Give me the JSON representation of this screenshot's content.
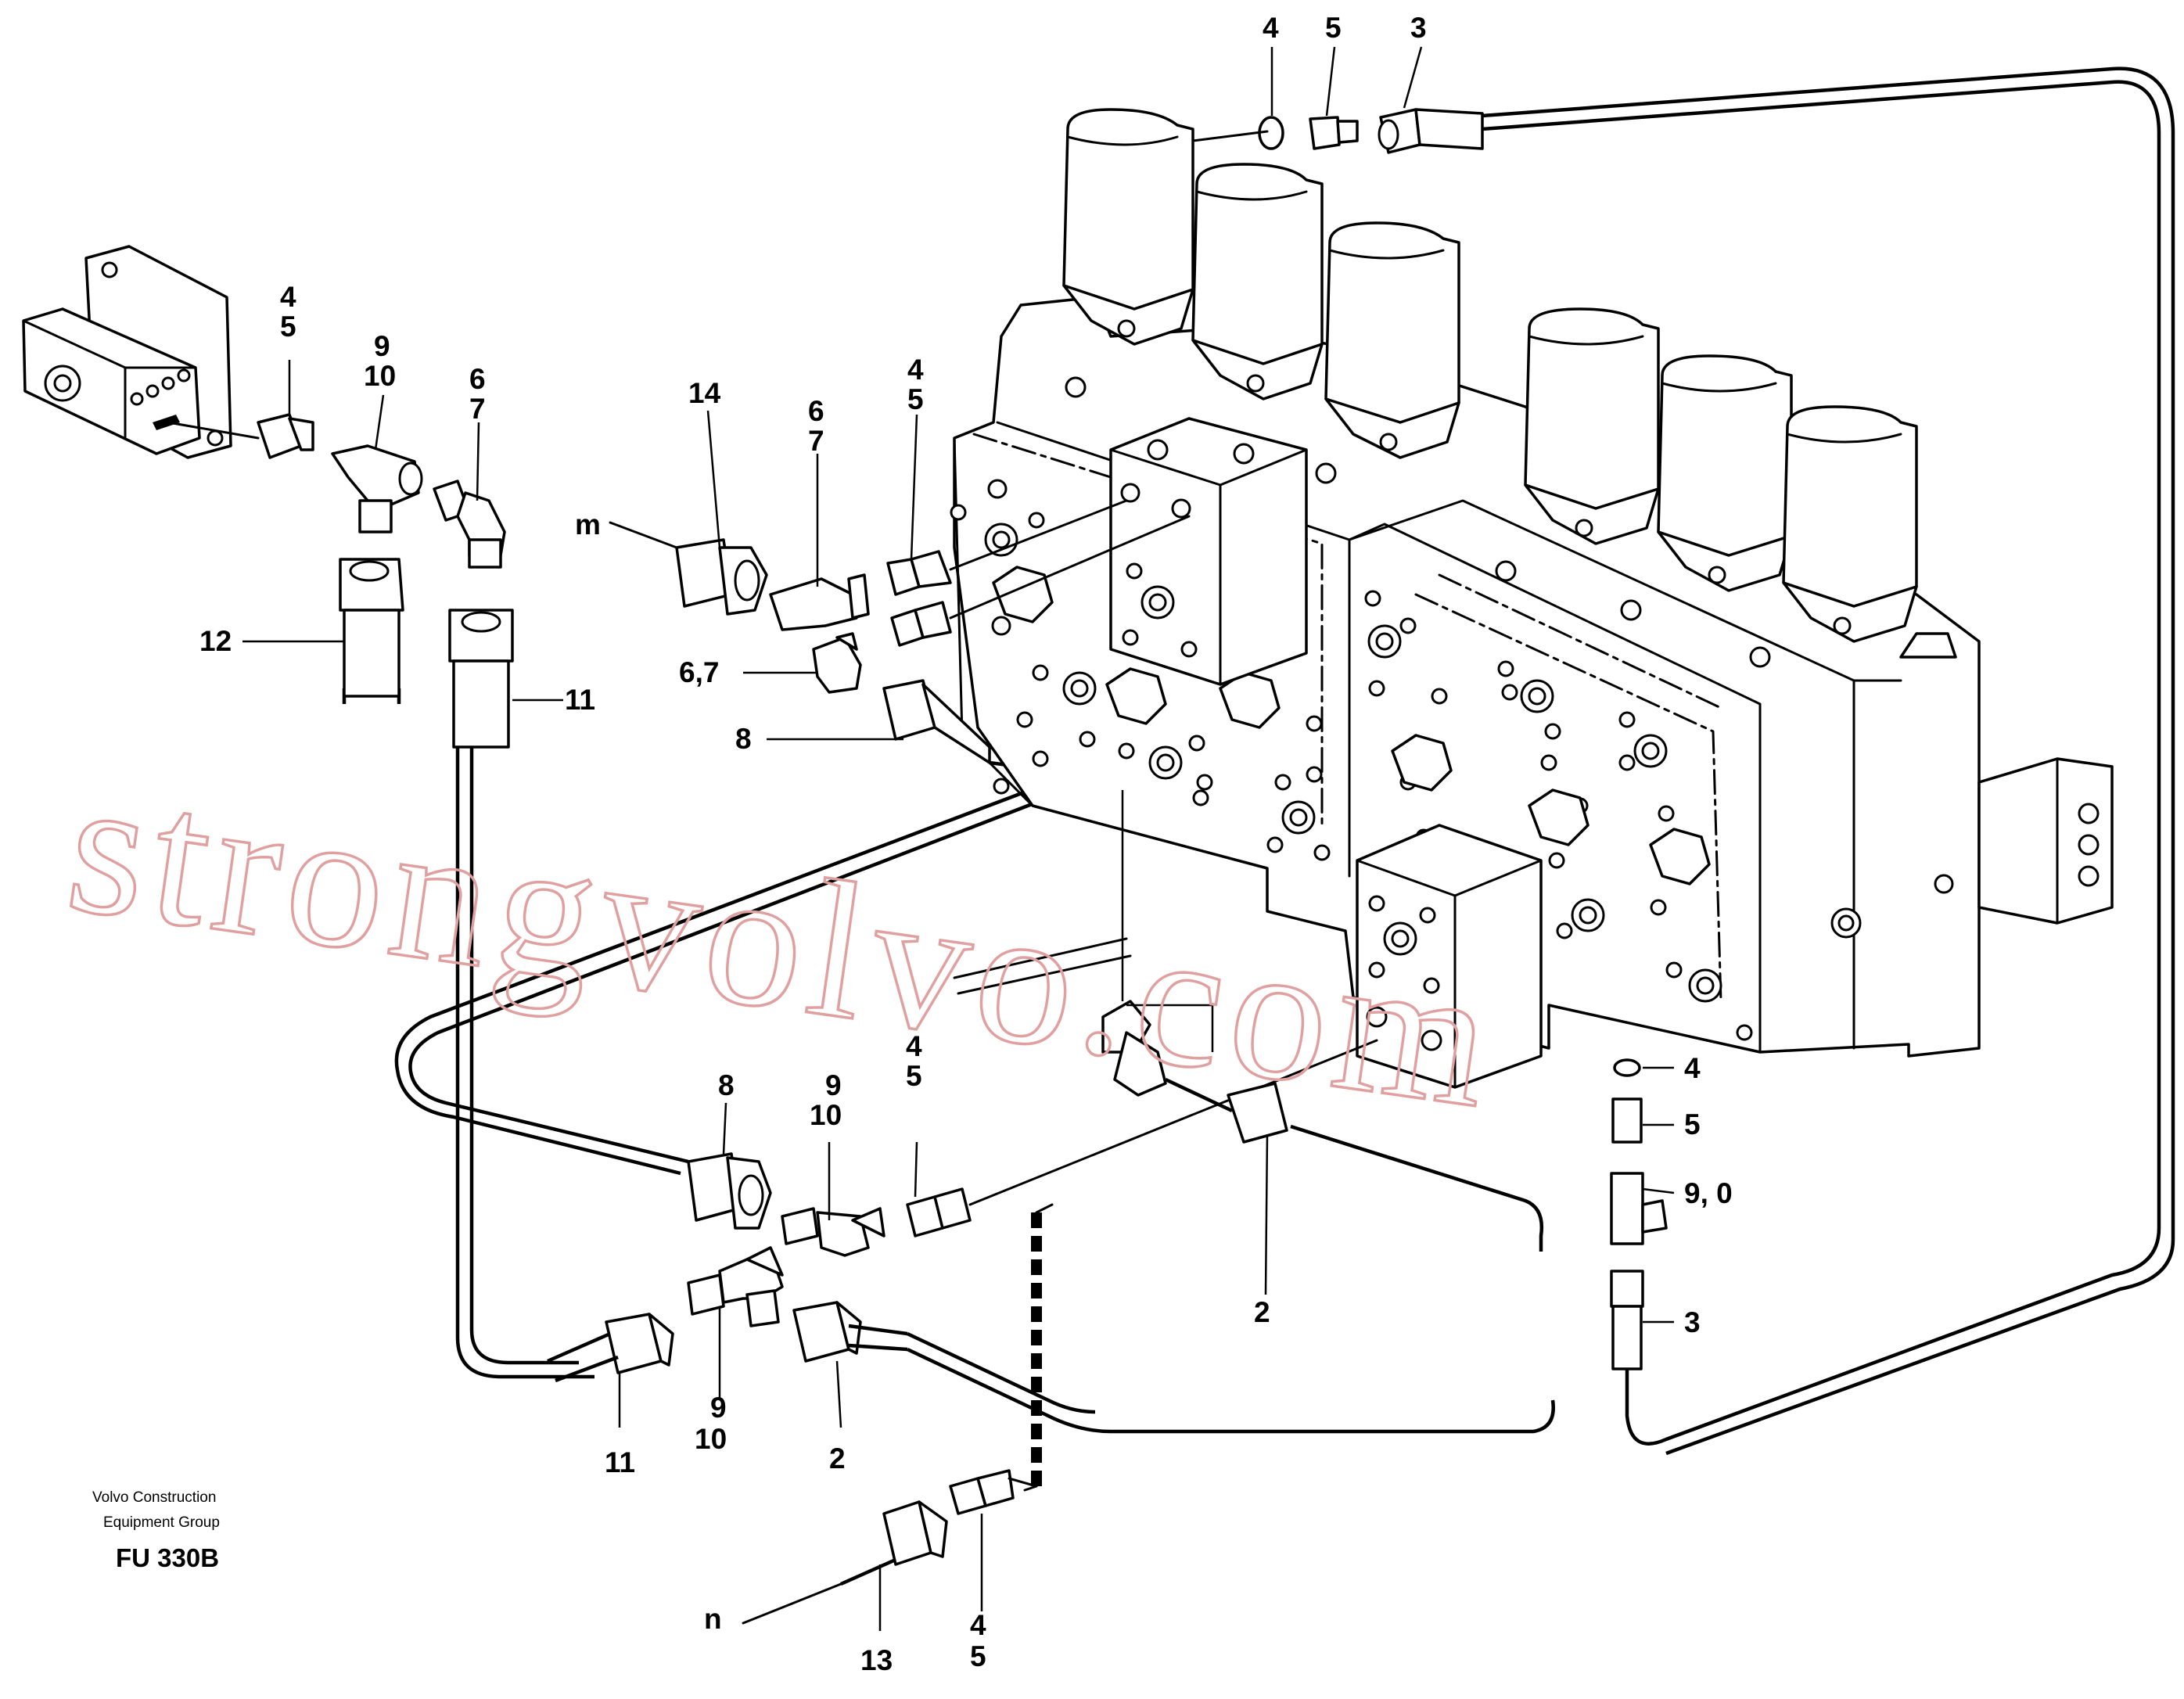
{
  "credit": {
    "line1": "Volvo Construction",
    "line2": "Equipment Group"
  },
  "figure_code": "FU 330B",
  "watermark": "strongvolvo.com",
  "callouts": {
    "c_4_top": "4",
    "c_5_top": "5",
    "c_3_top": "3",
    "c_4_left": "4",
    "c_5_left": "5",
    "c_9_left": "9",
    "c_10_left": "10",
    "c_6_left": "6",
    "c_7_left": "7",
    "c_12": "12",
    "c_11_left": "11",
    "c_14": "14",
    "c_6_mid": "6",
    "c_7_mid": "7",
    "c_4_mid": "4",
    "c_5_mid": "5",
    "c_m": "m",
    "c_67": "6,7",
    "c_8_mid": "8",
    "c_8_low": "8",
    "c_9_low": "9",
    "c_10_low": "10",
    "c_4_low": "4",
    "c_5_low": "5",
    "c_9_bot": "9",
    "c_10_bot": "10",
    "c_11_bot": "11",
    "c_2_bot": "2",
    "c_2_mid": "2",
    "c_4_right": "4",
    "c_5_right": "5",
    "c_910_right": "9, 0",
    "c_3_right": "3",
    "c_n": "n",
    "c_13": "13",
    "c_4_base": "4",
    "c_5_base": "5"
  },
  "colors": {
    "line": "#000000",
    "watermark": "#e0a0a0"
  }
}
